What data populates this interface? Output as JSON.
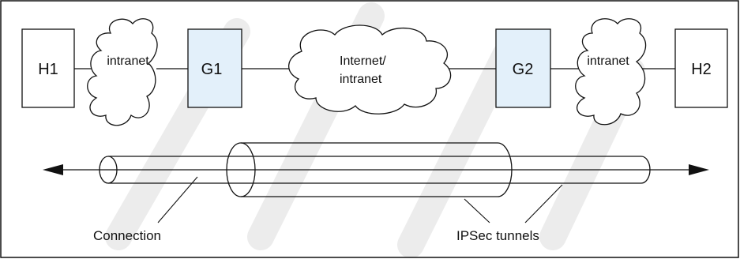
{
  "hosts": {
    "h1": "H1",
    "h2": "H2"
  },
  "gateways": {
    "g1": "G1",
    "g2": "G2"
  },
  "clouds": {
    "left": "intranet",
    "center_line1": "Internet/",
    "center_line2": "intranet",
    "right": "intranet"
  },
  "captions": {
    "connection": "Connection",
    "tunnels": "IPSec tunnels"
  },
  "colors": {
    "gateway_fill": "#e3f0fa",
    "watermark": "#ececec",
    "stroke": "#111111"
  }
}
